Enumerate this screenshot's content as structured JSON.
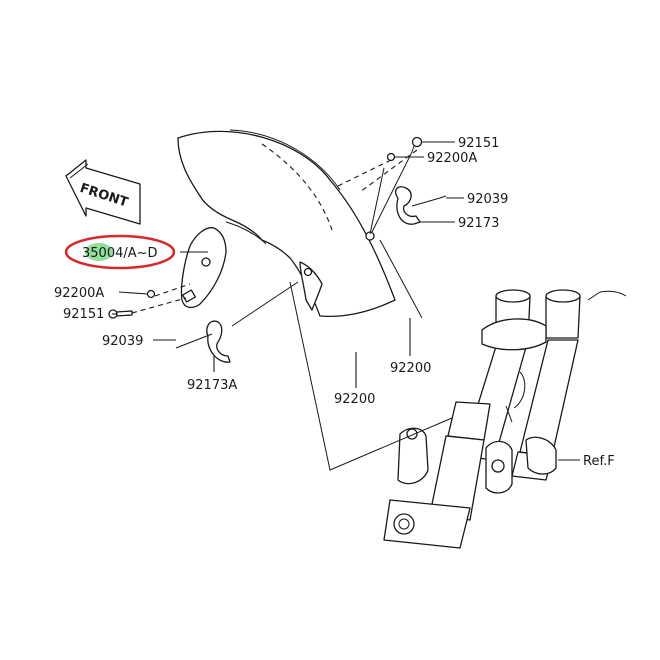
{
  "labels": {
    "front": "FRONT",
    "p_35004": "35004/A~D",
    "p_92151_top": "92151",
    "p_92200a_top": "92200A",
    "p_92039_top": "92039",
    "p_92173": "92173",
    "p_92200a_left": "92200A",
    "p_92151_left": "92151",
    "p_92039_left": "92039",
    "p_92173a": "92173A",
    "p_92200_bottom": "92200",
    "p_92200_right": "92200",
    "ref_f": "Ref.F"
  },
  "colors": {
    "ink": "#1a1a1a",
    "highlight_green": "#7fd98a",
    "circle_red": "#d42a2a"
  }
}
